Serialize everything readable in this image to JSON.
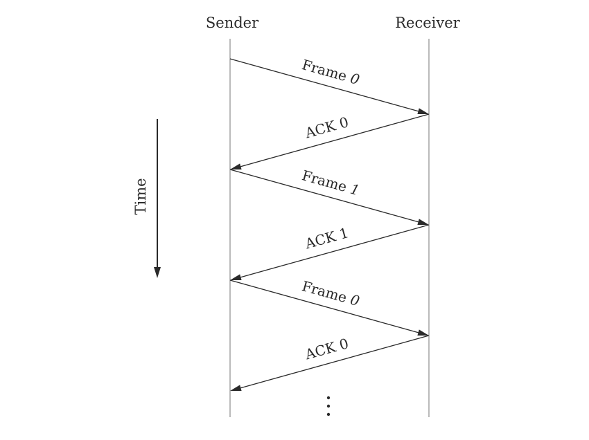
{
  "participants": {
    "sender": "Sender",
    "receiver": "Receiver"
  },
  "time_label": "Time",
  "messages": [
    {
      "label": "Frame ",
      "num": "0",
      "num_italic": true,
      "direction": "sender-to-receiver"
    },
    {
      "label": "ACK ",
      "num": "0",
      "num_italic": false,
      "direction": "receiver-to-sender"
    },
    {
      "label": "Frame ",
      "num": "1",
      "num_italic": true,
      "direction": "sender-to-receiver"
    },
    {
      "label": "ACK ",
      "num": "1",
      "num_italic": false,
      "direction": "receiver-to-sender"
    },
    {
      "label": "Frame ",
      "num": "0",
      "num_italic": true,
      "direction": "sender-to-receiver"
    },
    {
      "label": "ACK ",
      "num": "0",
      "num_italic": false,
      "direction": "receiver-to-sender"
    }
  ],
  "continuation": "⋮",
  "colors": {
    "lifeline": "#a8a8a8",
    "arrow": "#2a2a2a",
    "text": "#2a2a2a"
  }
}
